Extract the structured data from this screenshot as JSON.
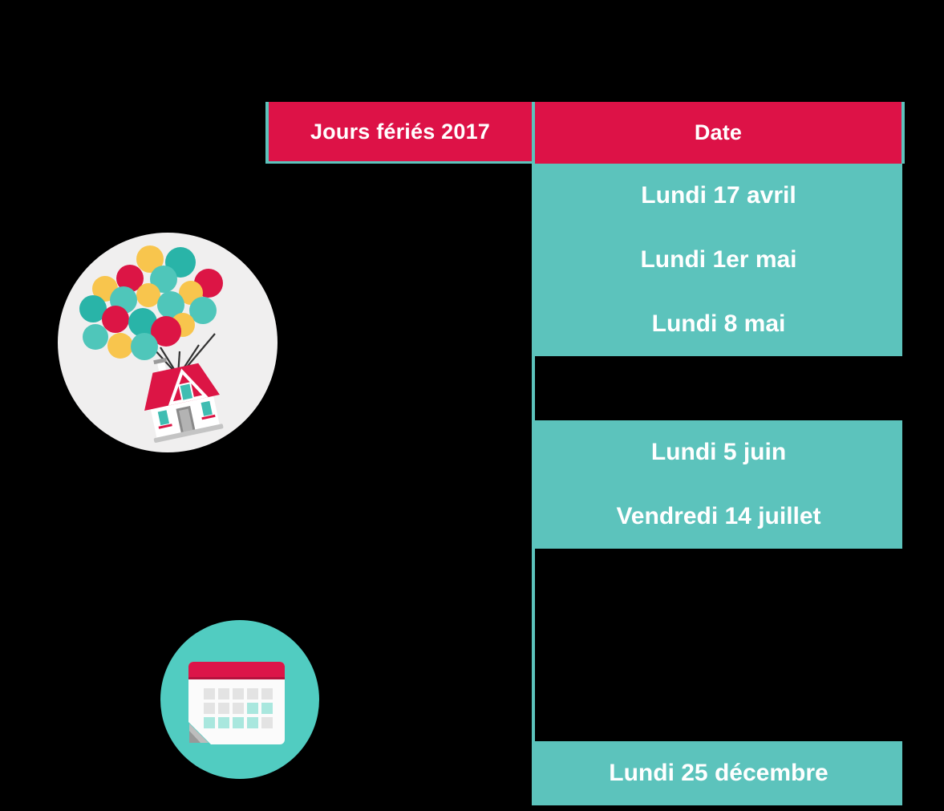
{
  "page": {
    "background": "#000000"
  },
  "palette": {
    "header_red": "#dd1247",
    "cell_teal": "#5cc3bc",
    "text_white": "#ffffff",
    "balloon_circle_bg": "#f0efef",
    "calendar_circle_teal": "#51ccc1",
    "balloon_amber": "#f8c54d",
    "balloon_red": "#dc1545",
    "balloon_teal_dark": "#29b4a8",
    "balloon_teal_light": "#4fc6ba",
    "calendar_red": "#dc1549",
    "calendar_gray_square": "#e3e3e3",
    "calendar_teal_square": "#a9e7de"
  },
  "table": {
    "headers": {
      "holidays": "Jours fériés 2017",
      "date": "Date"
    },
    "date_rows": [
      {
        "label": "Lundi 17 avril",
        "highlighted": true
      },
      {
        "label": "Lundi 1er mai",
        "highlighted": true
      },
      {
        "label": "Lundi 8 mai",
        "highlighted": true
      },
      {
        "label": "",
        "highlighted": false
      },
      {
        "label": "Lundi 5 juin",
        "highlighted": true
      },
      {
        "label": "Vendredi 14 juillet",
        "highlighted": true
      },
      {
        "label": "",
        "highlighted": false
      },
      {
        "label": "",
        "highlighted": false
      },
      {
        "label": "",
        "highlighted": false
      },
      {
        "label": "Lundi 25 décembre",
        "highlighted": true
      }
    ]
  },
  "illustrations": {
    "balloons_house": "balloons-carrying-house",
    "calendar": "calendar-page"
  }
}
